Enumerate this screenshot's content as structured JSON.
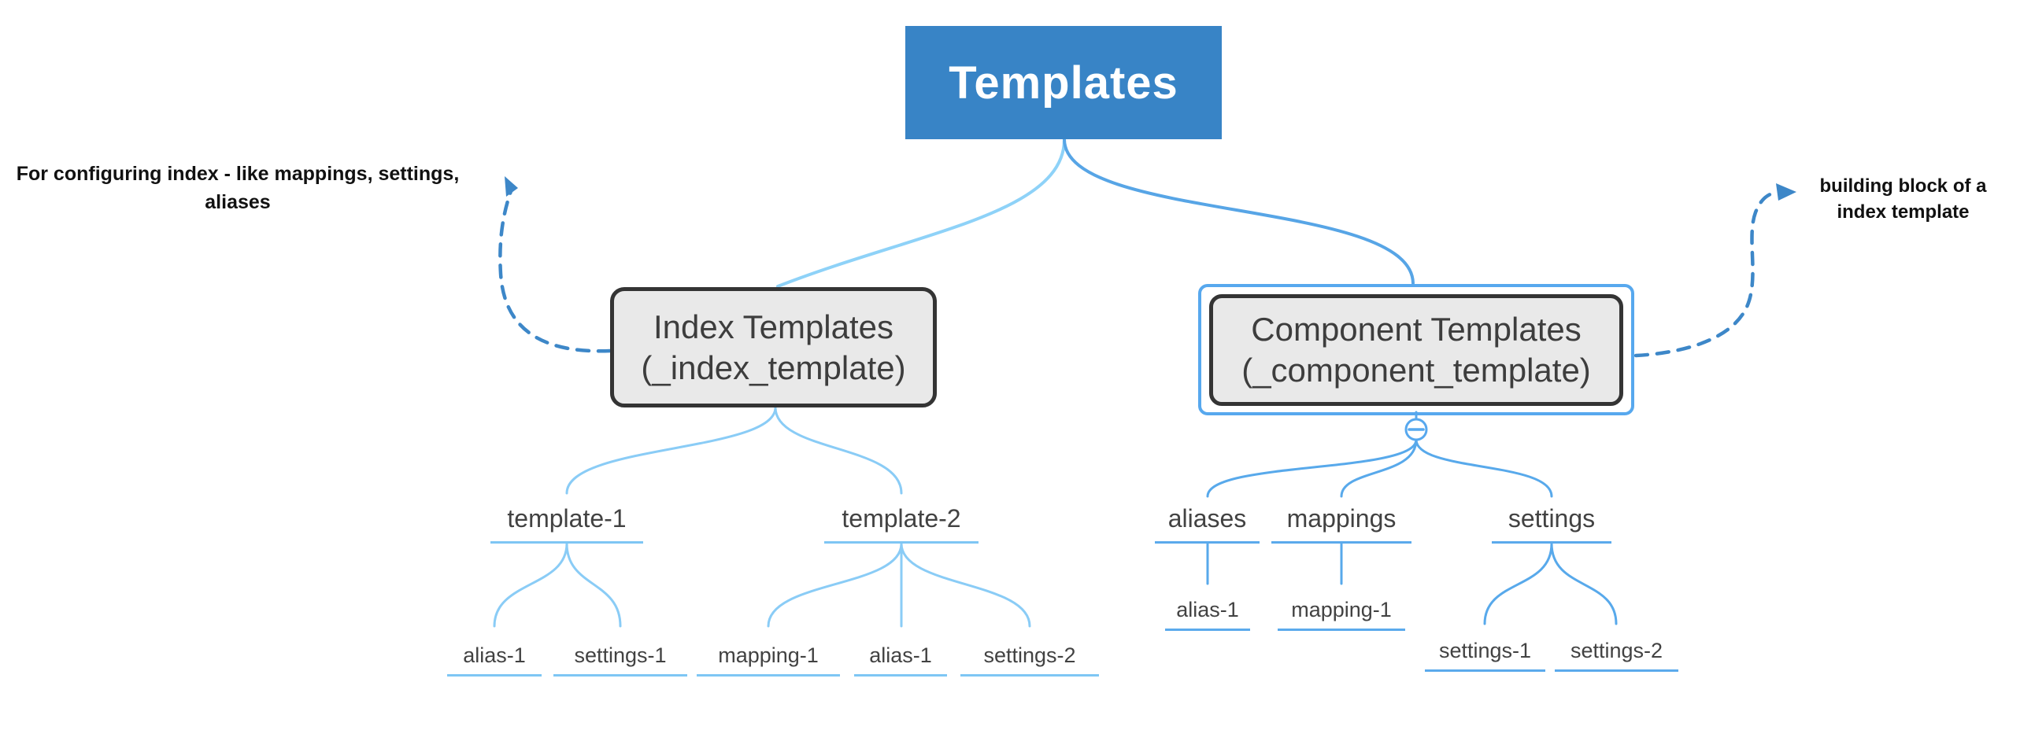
{
  "root": {
    "label": "Templates"
  },
  "annotations": {
    "left": {
      "line1": "For configuring index - like mappings, settings,",
      "line2": "aliases"
    },
    "right": {
      "line1": "building block of a",
      "line2": "index template"
    }
  },
  "index_branch": {
    "title": "Index Templates",
    "subtitle": "(_index_template)",
    "nodes": {
      "template1": {
        "label": "template-1"
      },
      "template2": {
        "label": "template-2"
      },
      "t1_alias1": {
        "label": "alias-1"
      },
      "t1_settings1": {
        "label": "settings-1"
      },
      "t2_mapping1": {
        "label": "mapping-1"
      },
      "t2_alias1": {
        "label": "alias-1"
      },
      "t2_settings2": {
        "label": "settings-2"
      }
    }
  },
  "component_branch": {
    "title": "Component Templates",
    "subtitle": "(_component_template)",
    "nodes": {
      "aliases": {
        "label": "aliases"
      },
      "mappings": {
        "label": "mappings"
      },
      "settings": {
        "label": "settings"
      },
      "alias1": {
        "label": "alias-1"
      },
      "mapping1": {
        "label": "mapping-1"
      },
      "settings1": {
        "label": "settings-1"
      },
      "settings2": {
        "label": "settings-2"
      }
    }
  },
  "colors": {
    "root_box": "#3884c6",
    "box_fill": "#e9e9e9",
    "box_border": "#343434",
    "selection_border": "#57a8ee",
    "branch_left": "#8accf6",
    "branch_right": "#58a9eb",
    "top_branch_left": "#8ed2f8",
    "top_branch_right": "#57a5e6",
    "underline_left": "#7ec6f4",
    "underline_right": "#5baaec",
    "dashed_arrow": "#3d87c8",
    "node_text": "#424242",
    "annotation_text": "#111111"
  }
}
